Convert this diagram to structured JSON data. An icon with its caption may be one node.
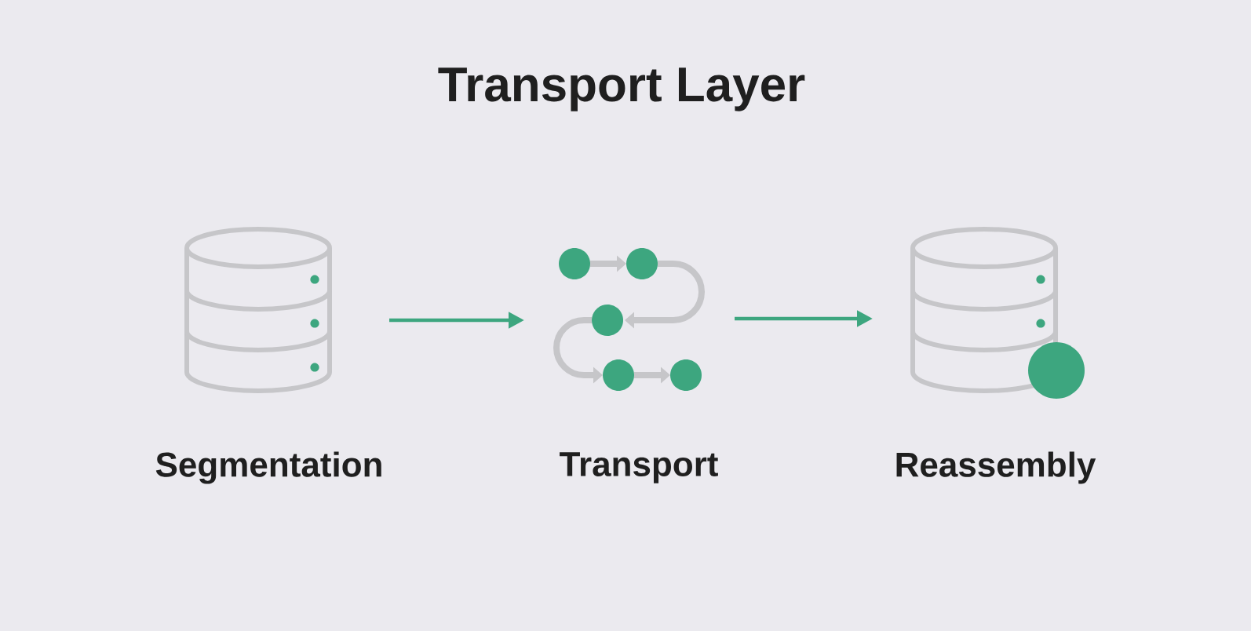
{
  "diagram": {
    "title": "Transport Layer",
    "nodes": [
      {
        "text": [],
        "shape": "cylinder",
        "beside": [
          "Segmentation"
        ]
      },
      {
        "text": [],
        "shape": "picture",
        "beside": [
          "Transport"
        ]
      },
      {
        "text": [],
        "shape": "cylinder",
        "beside": [
          "Reassembly"
        ]
      }
    ],
    "edges": [
      {
        "from": 0,
        "to": 1,
        "arrow": "to"
      },
      {
        "from": 1,
        "to": 2,
        "arrow": "to"
      }
    ]
  }
}
